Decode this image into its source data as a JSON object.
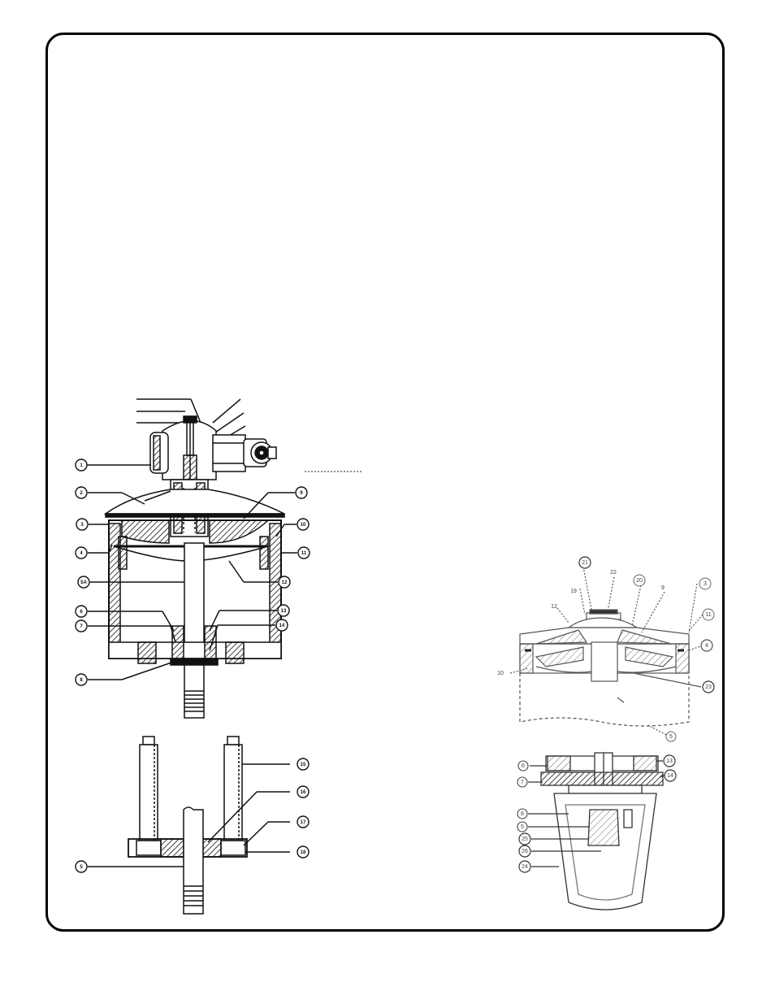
{
  "colors": {
    "ink": "#111111",
    "faint_ink": "#555555",
    "paper": "#ffffff"
  },
  "figure_left": {
    "callouts": {
      "c1": "1",
      "c2": "2",
      "c3": "3",
      "c4": "4",
      "c5a": "5A",
      "c6": "6",
      "c7": "7",
      "c8": "8",
      "c9": "9",
      "c10": "10",
      "c11": "11",
      "c12": "12",
      "c13": "13",
      "c14": "14"
    }
  },
  "figure_left_lower": {
    "callouts": {
      "c15": "15",
      "c16": "16",
      "c17": "17",
      "c18": "18",
      "c5": "5"
    }
  },
  "figure_right": {
    "callouts": {
      "c21": "21",
      "c22": "22",
      "c20": "20",
      "c19": "19",
      "c9": "9",
      "c3": "3",
      "c12": "12",
      "c11": "11",
      "c4": "4",
      "c10": "10",
      "c23": "23",
      "c5": "5"
    }
  },
  "figure_right_lower": {
    "callouts": {
      "c6": "6",
      "c13": "13",
      "c7": "7",
      "c14": "14",
      "c8": "8",
      "c5": "5",
      "c25": "25",
      "c26": "26",
      "c24": "24"
    }
  }
}
